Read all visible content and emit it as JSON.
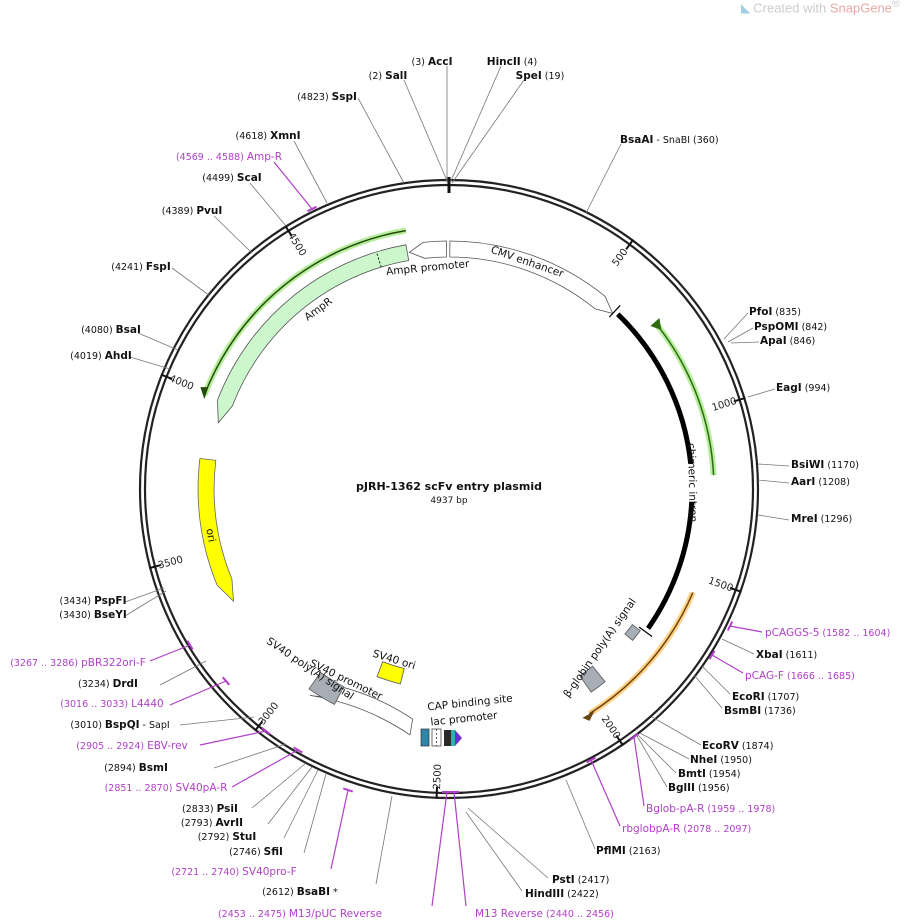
{
  "watermark": {
    "prefix": "Created with ",
    "brand": "SnapGene",
    "reg": "®"
  },
  "plasmid": {
    "name": "pJRH-1362 scFv entry plasmid",
    "size": "4937 bp"
  },
  "total_bp": 4937,
  "tick_labels": [
    "500",
    "1000",
    "1500",
    "2000",
    "2500",
    "3000",
    "3500",
    "4000",
    "4500"
  ],
  "features": [
    {
      "name": "CMV enhancer",
      "color": "#ffffff"
    },
    {
      "name": "AmpR promoter",
      "color": "#ffffff"
    },
    {
      "name": "AmpR",
      "color": "#ccf7cc"
    },
    {
      "name": "chimeric intron",
      "color": "#000000"
    },
    {
      "name": "β-globin poly(A) signal",
      "color": "#a7aeb6"
    },
    {
      "name": "ori",
      "color": "#ffff00"
    },
    {
      "name": "SV40 ori",
      "color": "#ffff00"
    },
    {
      "name": "SV40 promoter",
      "color": "#ffffff"
    },
    {
      "name": "SV40 poly(A) signal",
      "color": "#a7aeb6"
    },
    {
      "name": "CAP binding site",
      "color": "#2e86ab"
    },
    {
      "name": "lac promoter",
      "color": "#ffffff"
    }
  ],
  "labels": [
    {
      "kind": "e",
      "pre": "(3)",
      "name": "AccI"
    },
    {
      "kind": "e",
      "pre": "(2)",
      "name": "SalI"
    },
    {
      "kind": "e",
      "name": "HincII",
      "post": "(4)"
    },
    {
      "kind": "e",
      "name": "SpeI",
      "post": "(19)"
    },
    {
      "kind": "e",
      "pre": "(4823)",
      "name": "SspI"
    },
    {
      "kind": "e",
      "name": "BsaAI",
      "post": "-  SnaBI   (360)"
    },
    {
      "kind": "e",
      "pre": "(4618)",
      "name": "XmnI"
    },
    {
      "kind": "p",
      "pre": "(4569 .. 4588)",
      "name": "Amp-R"
    },
    {
      "kind": "e",
      "pre": "(4499)",
      "name": "ScaI"
    },
    {
      "kind": "e",
      "pre": "(4389)",
      "name": "PvuI"
    },
    {
      "kind": "e",
      "pre": "(4241)",
      "name": "FspI"
    },
    {
      "kind": "e",
      "pre": "(4080)",
      "name": "BsaI"
    },
    {
      "kind": "e",
      "pre": "(4019)",
      "name": "AhdI"
    },
    {
      "kind": "e",
      "name": "PfoI",
      "post": "(835)"
    },
    {
      "kind": "e",
      "name": "PspOMI",
      "post": "(842)"
    },
    {
      "kind": "e",
      "name": "ApaI",
      "post": "(846)"
    },
    {
      "kind": "e",
      "name": "EagI",
      "post": "(994)"
    },
    {
      "kind": "e",
      "name": "BsiWI",
      "post": "(1170)"
    },
    {
      "kind": "e",
      "name": "AarI",
      "post": "(1208)"
    },
    {
      "kind": "e",
      "name": "MreI",
      "post": "(1296)"
    },
    {
      "kind": "e",
      "pre": "(3434)",
      "name": "PspFI"
    },
    {
      "kind": "e",
      "pre": "(3430)",
      "name": "BseYI"
    },
    {
      "kind": "p",
      "pre": "(3267 .. 3286)",
      "name": "pBR322ori-F"
    },
    {
      "kind": "e",
      "pre": "(3234)",
      "name": "DrdI"
    },
    {
      "kind": "p",
      "pre": "(3016 .. 3033)",
      "name": "L4440"
    },
    {
      "kind": "e",
      "pre": "(3010)",
      "name": "BspQI",
      "post": "-  SapI"
    },
    {
      "kind": "p",
      "pre": "(2905 .. 2924)",
      "name": "EBV-rev"
    },
    {
      "kind": "e",
      "pre": "(2894)",
      "name": "BsmI"
    },
    {
      "kind": "p",
      "pre": "(2851 .. 2870)",
      "name": "SV40pA-R"
    },
    {
      "kind": "e",
      "pre": "(2833)",
      "name": "PsiI"
    },
    {
      "kind": "e",
      "pre": "(2793)",
      "name": "AvrII"
    },
    {
      "kind": "e",
      "pre": "(2792)",
      "name": "StuI"
    },
    {
      "kind": "e",
      "pre": "(2746)",
      "name": "SfiI"
    },
    {
      "kind": "p",
      "pre": "(2721 .. 2740)",
      "name": "SV40pro-F"
    },
    {
      "kind": "g",
      "pre": "(2612)",
      "name": "BsaBI",
      "post": "*"
    },
    {
      "kind": "p",
      "pre": "(2453 .. 2475)",
      "name": "M13/pUC Reverse"
    },
    {
      "kind": "p",
      "name": "M13 Reverse",
      "post": "(2440 .. 2456)"
    },
    {
      "kind": "e",
      "name": "PstI",
      "post": "(2417)"
    },
    {
      "kind": "e",
      "name": "HindIII",
      "post": "(2422)"
    },
    {
      "kind": "e",
      "name": "PflMI",
      "post": "(2163)"
    },
    {
      "kind": "p",
      "name": "rbglobpA-R",
      "post": "(2078 .. 2097)"
    },
    {
      "kind": "p",
      "name": "Bglob-pA-R",
      "post": "(1959 .. 1978)"
    },
    {
      "kind": "e",
      "name": "BglII",
      "post": "(1956)"
    },
    {
      "kind": "e",
      "name": "BmtI",
      "post": "(1954)"
    },
    {
      "kind": "e",
      "name": "NheI",
      "post": "(1950)"
    },
    {
      "kind": "e",
      "name": "EcoRV",
      "post": "(1874)"
    },
    {
      "kind": "e",
      "name": "BsmBI",
      "post": "(1736)"
    },
    {
      "kind": "e",
      "name": "EcoRI",
      "post": "(1707)"
    },
    {
      "kind": "p",
      "name": "pCAG-F",
      "post": "(1666 .. 1685)"
    },
    {
      "kind": "e",
      "name": "XbaI",
      "post": "(1611)"
    },
    {
      "kind": "p",
      "name": "pCAGGS-5",
      "post": "(1582 .. 1604)"
    }
  ]
}
